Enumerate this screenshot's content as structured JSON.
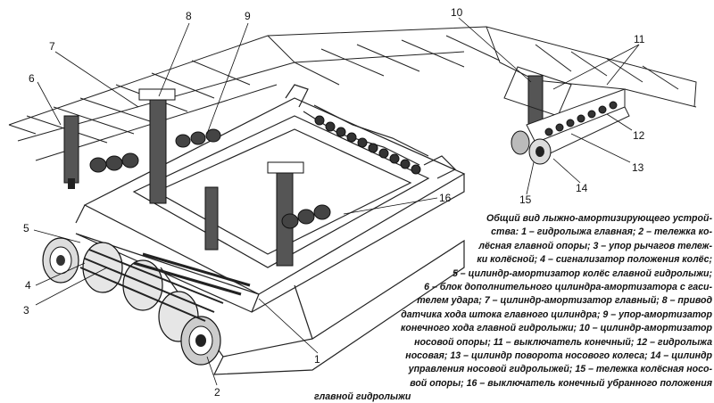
{
  "labels": [
    "1",
    "2",
    "3",
    "4",
    "5",
    "6",
    "7",
    "8",
    "9",
    "10",
    "11",
    "12",
    "13",
    "14",
    "15",
    "16"
  ],
  "caption": {
    "lines": [
      "Общий вид лыжно-амортизирующего устрой-",
      "ства: 1 – гидролыжа главная; 2 – тележка ко-",
      "лёсная главной опоры; 3 – упор рычагов тележ-",
      "ки колёсной; 4 – сигнализатор положения колёс;",
      "5 – цилиндр-амортизатор колёс главной гидролыжи;",
      "6 – блок дополнительного цилиндра-амортизатора с гаси-",
      "телем удара; 7 – цилиндр-амортизатор главный; 8 – привод",
      "датчика хода штока главного цилиндра; 9 – упор-амортизатор",
      "конечного хода главной гидролыжи; 10 – цилиндр-амортизатор",
      "носовой опоры; 11 – выключатель конечный; 12 – гидролыжа",
      "носовая; 13 – цилиндр поворота носового колеса; 14 – цилиндр",
      "управления носовой гидролыжей; 15 – тележка колёсная носо-",
      "вой опоры; 16 – выключатель конечный убранного положения",
      "главной гидролыжи"
    ]
  }
}
